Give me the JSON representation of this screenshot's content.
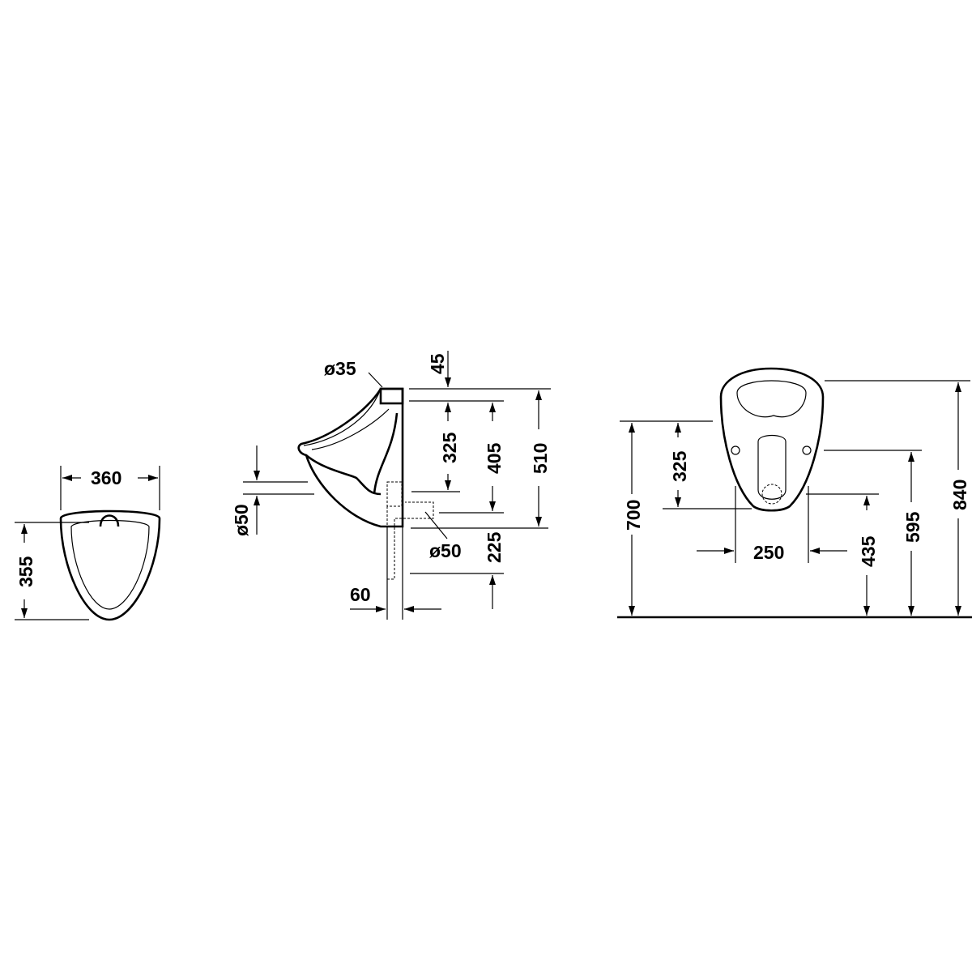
{
  "drawing": {
    "top_view": {
      "width": "360",
      "depth": "355"
    },
    "side_view": {
      "inlet_diameter": "ø35",
      "top_offset": "45",
      "dim_325": "325",
      "dim_405": "405",
      "dim_510": "510",
      "dim_225": "225",
      "outlet_diameter_left": "ø50",
      "outlet_diameter_right": "ø50",
      "dim_60": "60"
    },
    "front_view": {
      "dim_700": "700",
      "dim_325": "325",
      "dim_250": "250",
      "dim_435": "435",
      "dim_595": "595",
      "dim_840": "840"
    }
  }
}
